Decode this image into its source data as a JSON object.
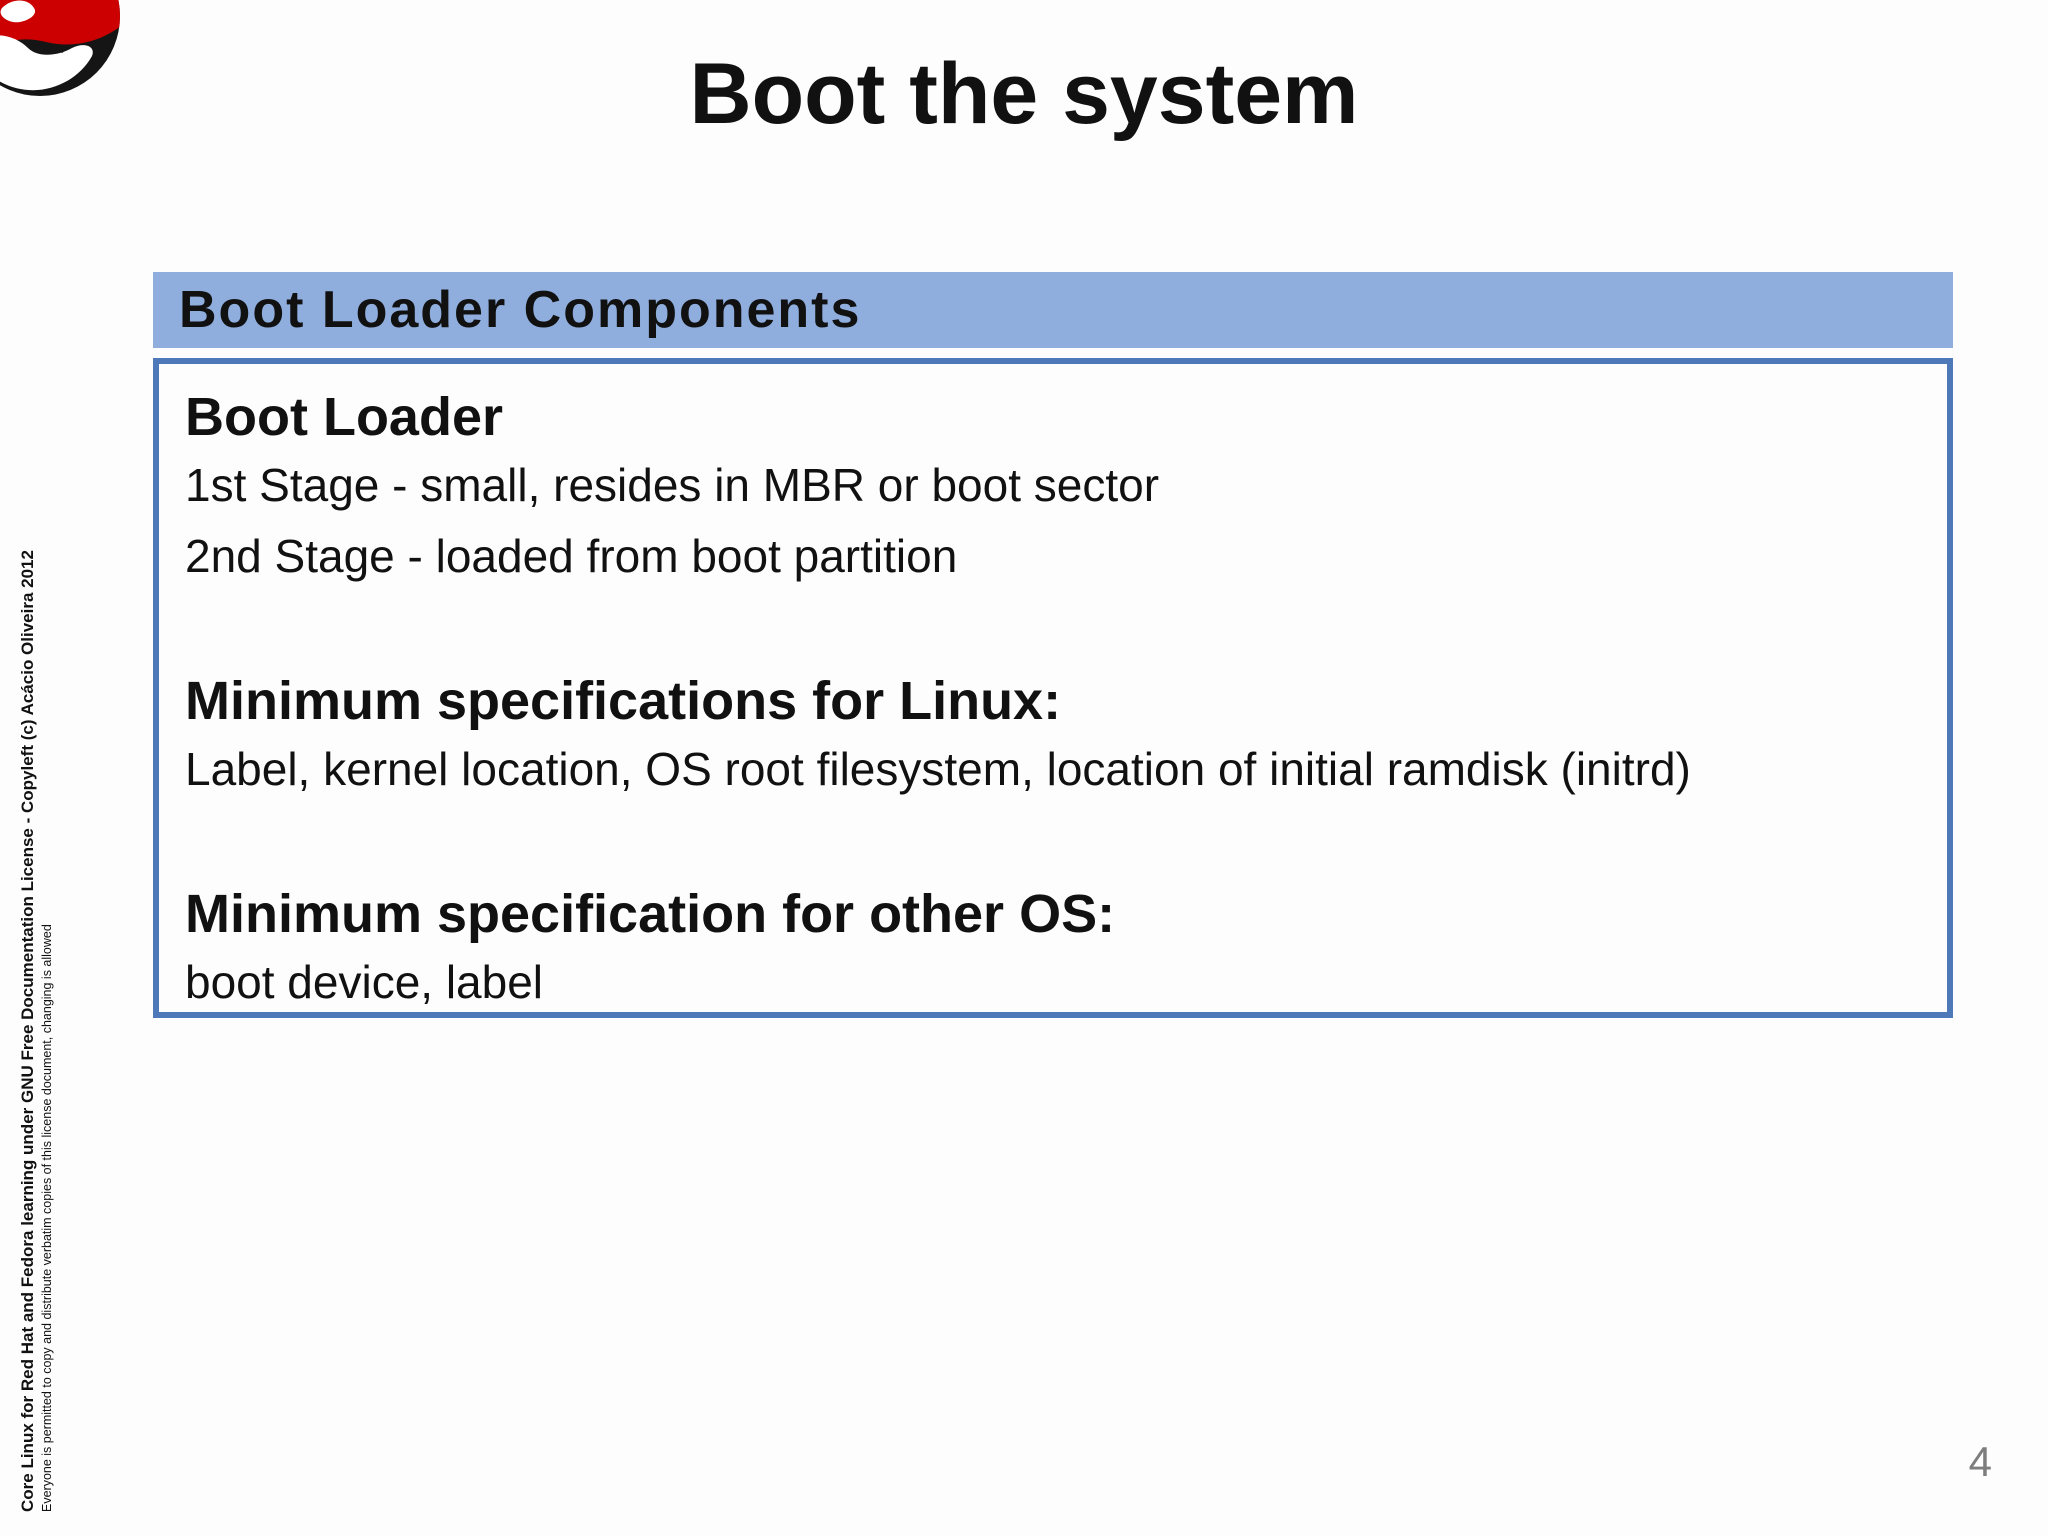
{
  "slide": {
    "title": "Boot the system",
    "page_number": "4",
    "panel": {
      "header": "Boot Loader Components",
      "sections": [
        {
          "heading": "Boot Loader",
          "lines": [
            "1st Stage - small, resides in MBR or boot sector",
            "2nd Stage - loaded from boot partition"
          ]
        },
        {
          "heading": "Minimum specifications for Linux:",
          "lines": [
            "Label, kernel location, OS root filesystem, location of initial ramdisk (initrd)"
          ]
        },
        {
          "heading": "Minimum specification for other OS:",
          "lines": [
            "boot device, label"
          ]
        }
      ]
    },
    "sidebar": {
      "line1": "Core Linux for Red Hat and Fedora learning under GNU Free Documentation License  - Copyleft (c) Acácio Oliveira 2012",
      "line2": "Everyone is permitted to copy and distribute verbatim copies of this license document, changing is allowed"
    },
    "colors": {
      "header_bar_fill": "#8FAEDE",
      "box_border": "#4E79B8",
      "logo_red": "#CC0000",
      "page_number_gray": "#7D7D7D"
    },
    "icons": {
      "logo": "redhat-shadowman-logo"
    }
  }
}
